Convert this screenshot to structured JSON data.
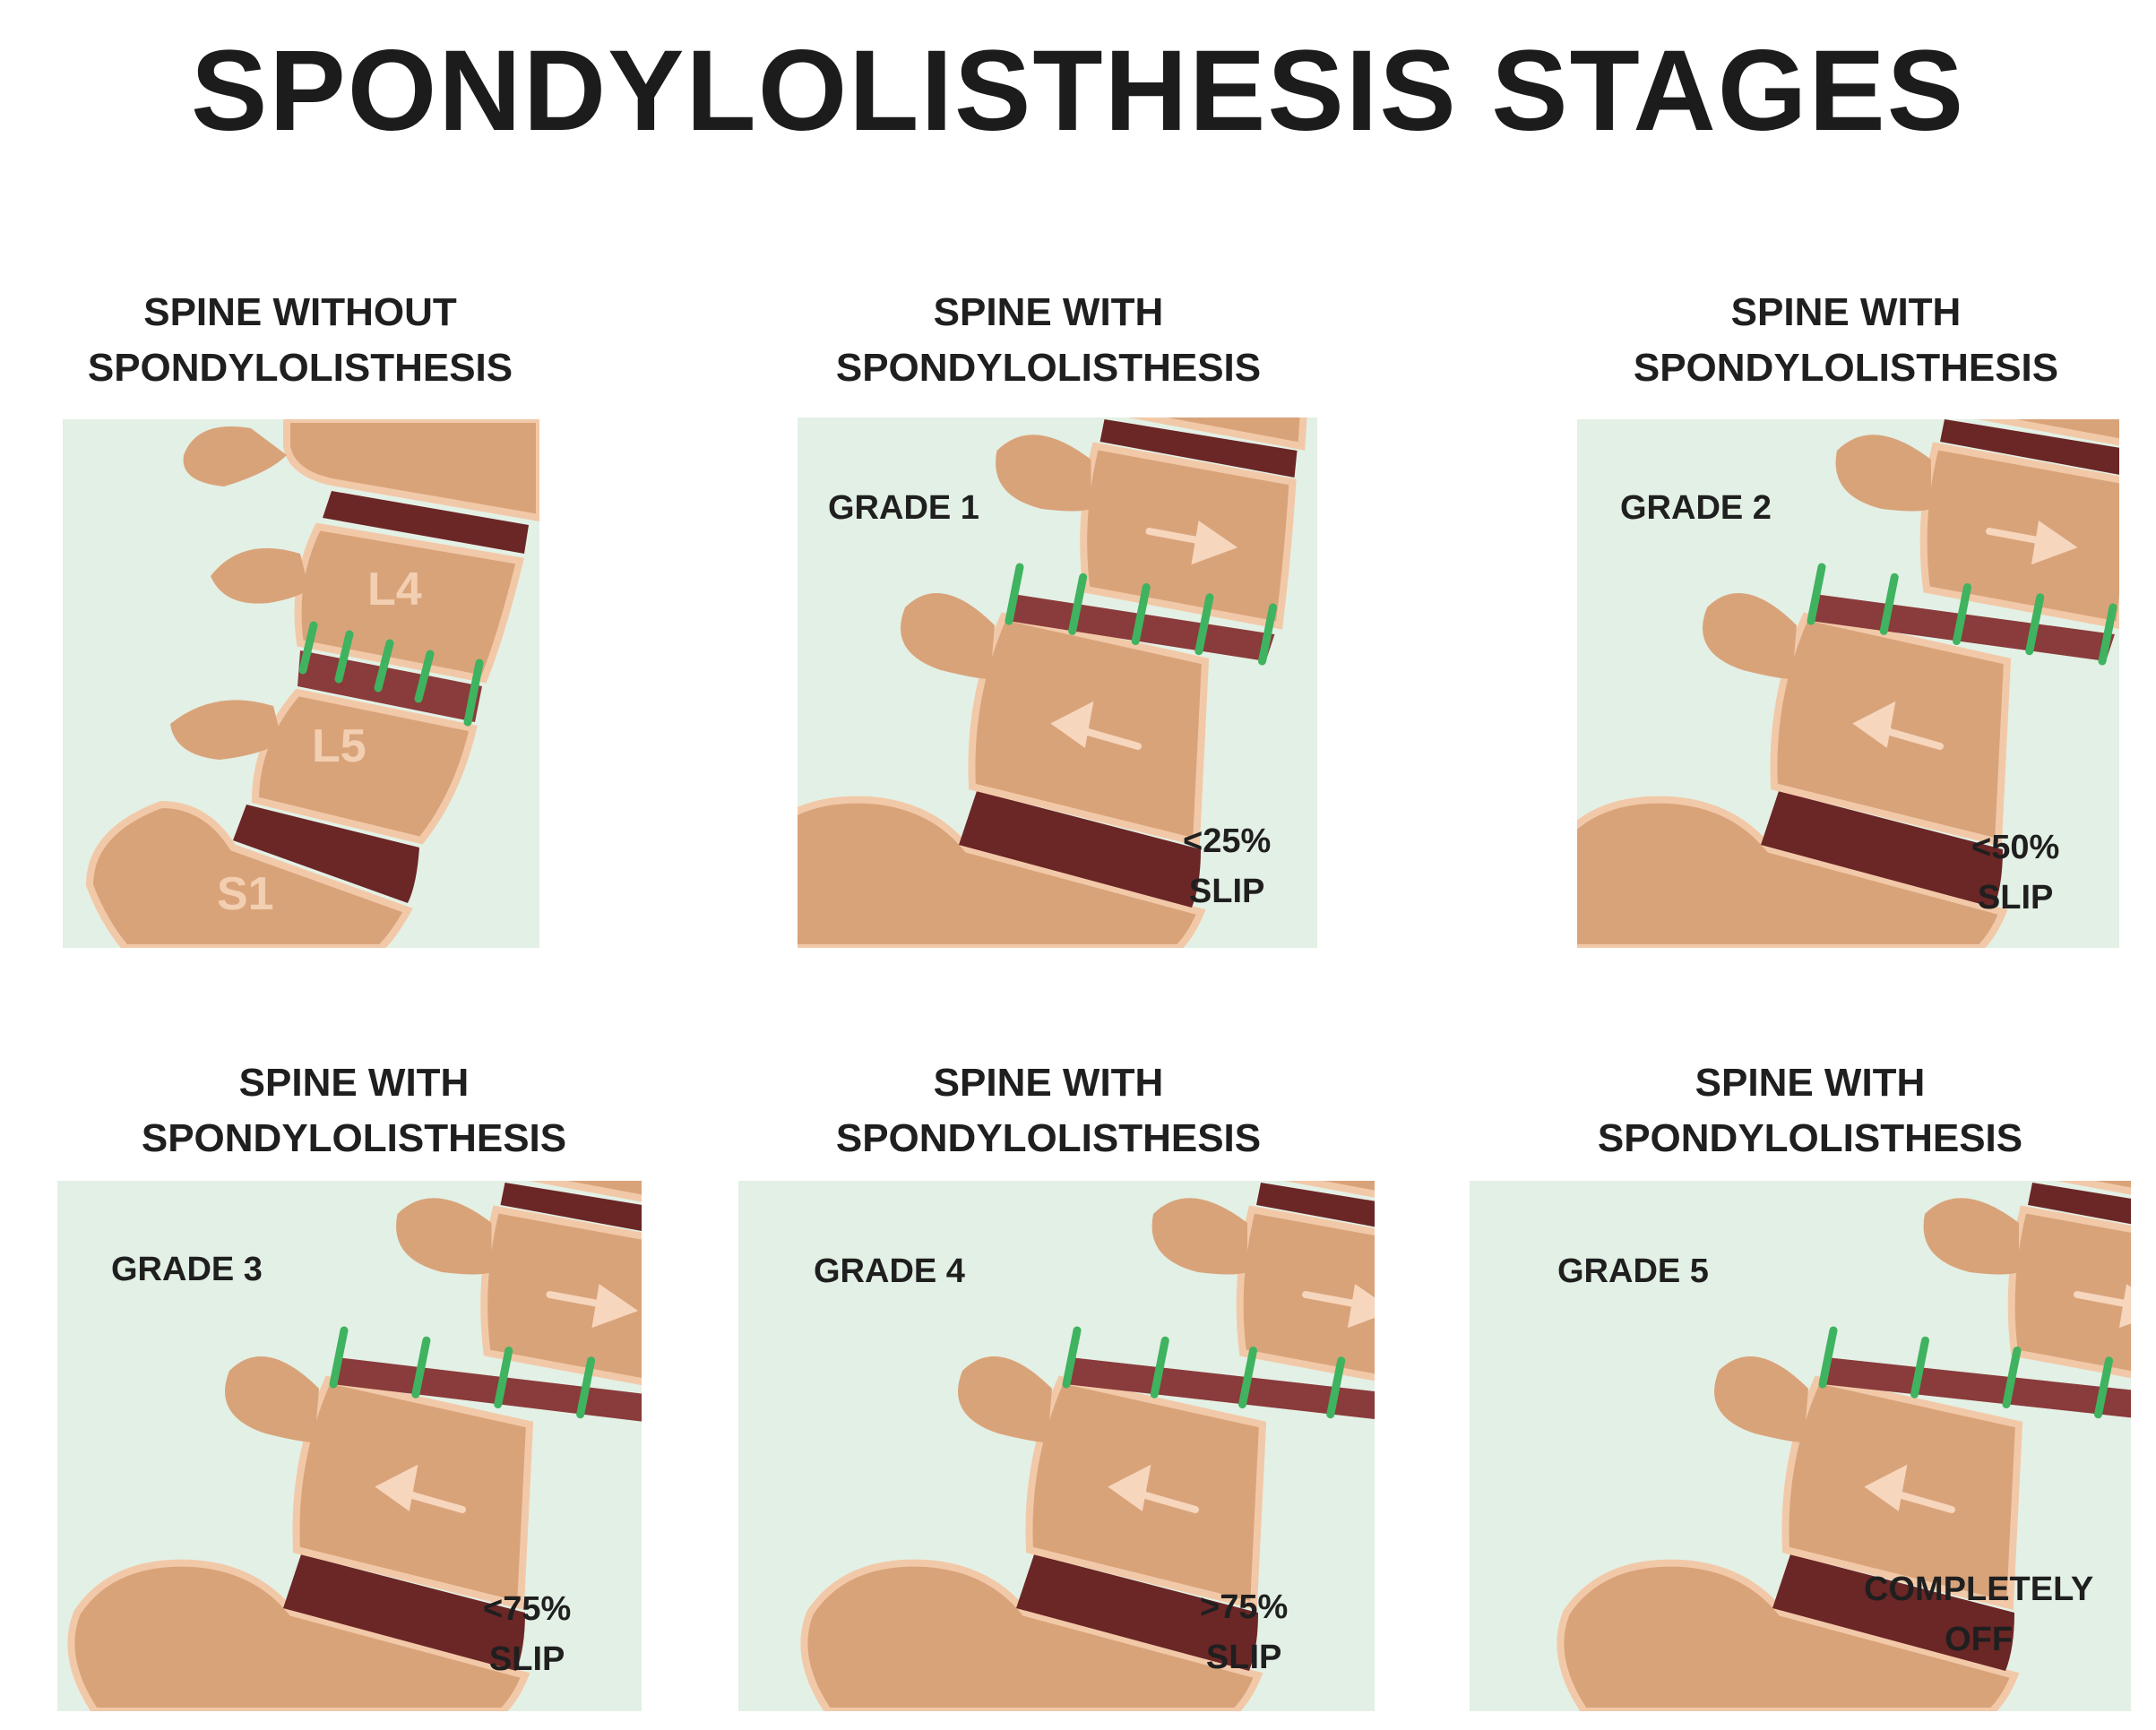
{
  "title": "SPONDYLOLISTHESIS STAGES",
  "colors": {
    "panel_background": "#e3f0e5",
    "bone": "#d9a37a",
    "bone_outline": "#f2c9a8",
    "disc": "#6b2626",
    "disc_stretched": "#8a3b3b",
    "slip_marker": "#3fb35f",
    "arrow": "#f6d6bd"
  },
  "panels": [
    {
      "heading_line1": "SPINE WITHOUT",
      "heading_line2": "SPONDYLOLISTHESIS",
      "grade": "",
      "slip_line1": "",
      "slip_line2": "",
      "vertebra_labels": [
        "L4",
        "L5",
        "S1"
      ],
      "slip_fraction": 0
    },
    {
      "heading_line1": "SPINE WITH",
      "heading_line2": "SPONDYLOLISTHESIS",
      "grade": "GRADE 1",
      "slip_line1": "<25%",
      "slip_line2": "SLIP",
      "vertebra_labels": [],
      "slip_fraction": 0.25
    },
    {
      "heading_line1": "SPINE WITH",
      "heading_line2": "SPONDYLOLISTHESIS",
      "grade": "GRADE 2",
      "slip_line1": "<50%",
      "slip_line2": "SLIP",
      "vertebra_labels": [],
      "slip_fraction": 0.5
    },
    {
      "heading_line1": "SPINE WITH",
      "heading_line2": "SPONDYLOLISTHESIS",
      "grade": "GRADE 3",
      "slip_line1": "<75%",
      "slip_line2": "SLIP",
      "vertebra_labels": [],
      "slip_fraction": 0.75
    },
    {
      "heading_line1": "SPINE WITH",
      "heading_line2": "SPONDYLOLISTHESIS",
      "grade": "GRADE 4",
      "slip_line1": ">75%",
      "slip_line2": "SLIP",
      "vertebra_labels": [],
      "slip_fraction": 0.9
    },
    {
      "heading_line1": "SPINE WITH",
      "heading_line2": "SPONDYLOLISTHESIS",
      "grade": "GRADE 5",
      "slip_line1": "COMPLETELY",
      "slip_line2": "OFF",
      "vertebra_labels": [],
      "slip_fraction": 1
    }
  ]
}
